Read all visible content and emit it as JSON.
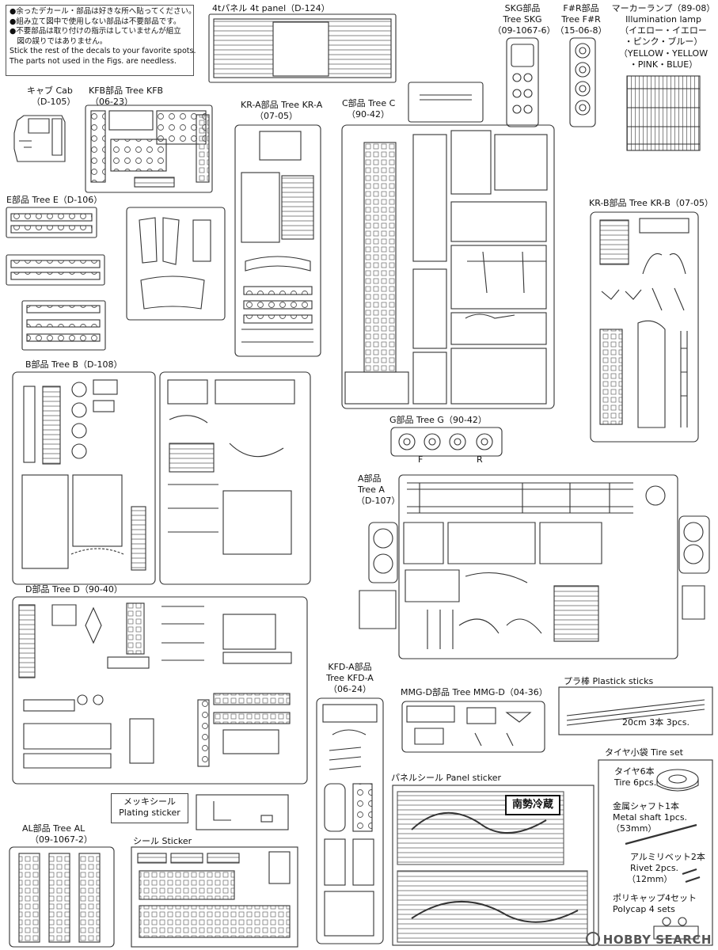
{
  "notes": {
    "lines": [
      "●余ったデカール・部品は好きな所へ貼ってください。",
      "●組み立て図中で使用しない部品は不要部品です。",
      "●不要部品は取り付けの指示はしていませんが組立",
      "　図の誤りではありません。",
      "Stick the rest of the decals to your favorite spots.",
      "The parts not used in the Figs. are needless."
    ]
  },
  "labels": {
    "panel4t": "4tパネル 4t panel（D-124）",
    "cab_jp": "キャブ Cab",
    "cab_code": "（D-105）",
    "kfb_title": "KFB部品 Tree KFB",
    "kfb_code": "（06-23）",
    "kra_title": "KR-A部品 Tree KR-A",
    "kra_code": "（07-05）",
    "c_title": "C部品 Tree C",
    "c_code": "（90-42）",
    "skg_l1": "SKG部品",
    "skg_l2": "Tree SKG",
    "skg_l3": "（09-1067-6）",
    "fr_l1": "F#R部品",
    "fr_l2": "Tree F#R",
    "fr_l3": "（15-06-8）",
    "marker_l1": "マーカーランプ（89-08）",
    "marker_l2": "Illumination lamp",
    "marker_l3": "（イエロー・イエロー",
    "marker_l4": "・ピンク・ブルー）",
    "marker_l5": "（YELLOW・YELLOW",
    "marker_l6": "・PINK・BLUE）",
    "e_title": "E部品 Tree E（D-106）",
    "krb_title": "KR-B部品 Tree KR-B（07-05）",
    "b_title": "B部品 Tree B（D-108）",
    "g_title": "G部品 Tree G（90-42）",
    "g_f": "F",
    "g_r": "R",
    "a_l1": "A部品",
    "a_l2": "Tree A",
    "a_l3": "（D-107）",
    "d_title": "D部品 Tree D（90-40）",
    "kfda_l1": "KFD-A部品",
    "kfda_l2": "Tree KFD-A",
    "kfda_l3": "（06-24）",
    "mmgd_title": "MMG-D部品 Tree MMG-D（04-36）",
    "sticks_title": "プラ棒 Plastick sticks",
    "sticks_note": "20cm 3本 3pcs.",
    "tire_set_title": "タイヤ小袋 Tire set",
    "tire_l1": "タイヤ6本",
    "tire_l2": "Tire 6pcs.",
    "shaft_l1": "金属シャフト1本",
    "shaft_l2": "Metal shaft 1pcs.",
    "shaft_l3": "（53mm）",
    "rivet_l1": "アルミリベット2本",
    "rivet_l2": "Rivet 2pcs.",
    "rivet_l3": "（12mm）",
    "polycap_l1": "ポリキャップ4セット",
    "polycap_l2": "Polycap 4 sets",
    "plating_l1": "メッキシール",
    "plating_l2": "Plating sticker",
    "al_l1": "AL部品 Tree AL",
    "al_l2": "（09-1067-2）",
    "sticker_title": "シール Sticker",
    "panel_sticker_title": "パネルシール Panel sticker",
    "panel_sticker_text": "南勢冷蔵",
    "watermark": "HOBBY SEARCH"
  }
}
